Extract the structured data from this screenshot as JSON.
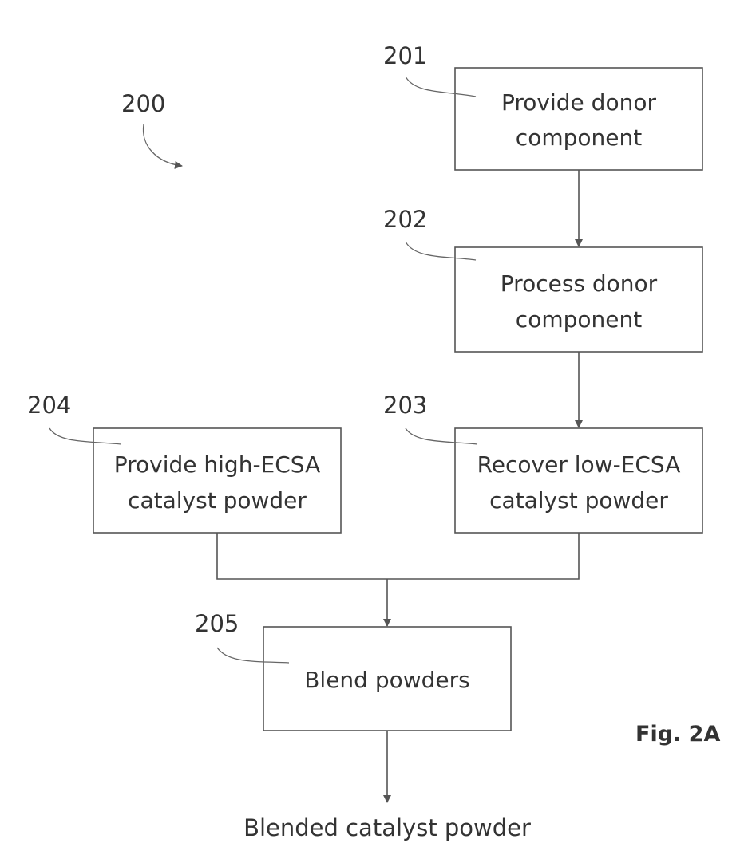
{
  "diagram": {
    "id": "200",
    "figure_label": "Fig. 2A",
    "output_label": "Blended catalyst powder",
    "steps": [
      {
        "ref": "201",
        "lines": [
          "Provide donor",
          "component"
        ]
      },
      {
        "ref": "202",
        "lines": [
          "Process donor",
          "component"
        ]
      },
      {
        "ref": "203",
        "lines": [
          "Recover low-ECSA",
          "catalyst powder"
        ]
      },
      {
        "ref": "204",
        "lines": [
          "Provide high-ECSA",
          "catalyst powder"
        ]
      },
      {
        "ref": "205",
        "lines": [
          "Blend powders"
        ]
      }
    ]
  }
}
